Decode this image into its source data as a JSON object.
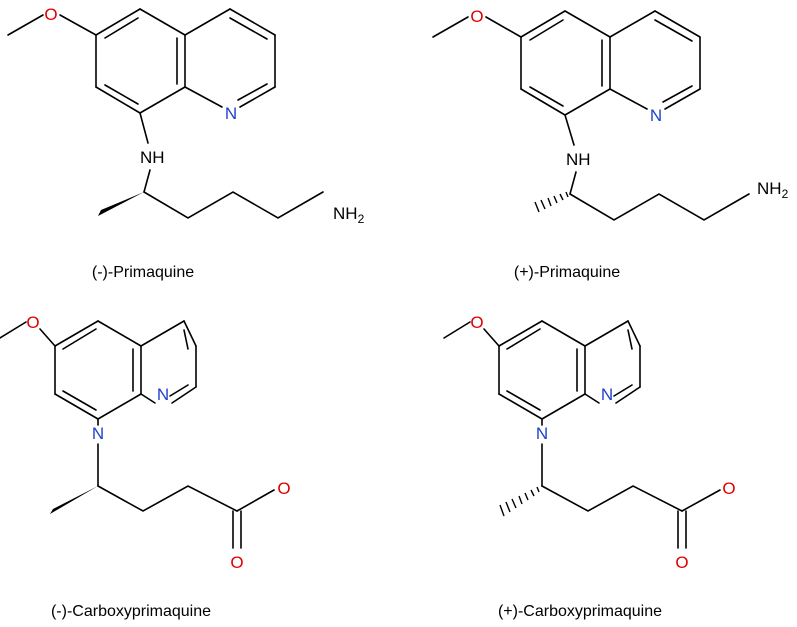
{
  "colors": {
    "carbon_bond": "#000000",
    "oxygen": "#e00000",
    "nitrogen": "#1f3fcf"
  },
  "labels": {
    "O": "O",
    "N": "N",
    "NH": "NH",
    "NH2_main": "NH",
    "NH2_sub": "2"
  },
  "captions": {
    "p1": "(-)-Primaquine",
    "p2": "(+)-Primaquine",
    "p3": "(-)-Carboxyprimaquine",
    "p4": "(+)-Carboxyprimaquine"
  }
}
